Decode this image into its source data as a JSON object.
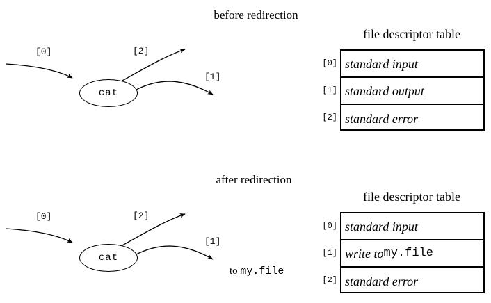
{
  "figure": {
    "title": "",
    "background_color": "#ffffff",
    "stroke_color": "#000000"
  },
  "sections": [
    {
      "id": "before",
      "title": "before redirection",
      "process": {
        "label": "cat"
      },
      "arrows": [
        {
          "id": "stdin",
          "label": "[0]",
          "direction": "into-process"
        },
        {
          "id": "stderr",
          "label": "[2]",
          "direction": "out-of-process"
        },
        {
          "id": "stdout",
          "label": "[1]",
          "direction": "out-of-process"
        }
      ],
      "target_caption": null,
      "table": {
        "heading": "file descriptor table",
        "rows": [
          {
            "index": "[0]",
            "value": "standard input",
            "mono_part": ""
          },
          {
            "index": "[1]",
            "value": "standard output",
            "mono_part": ""
          },
          {
            "index": "[2]",
            "value": "standard error",
            "mono_part": ""
          }
        ]
      }
    },
    {
      "id": "after",
      "title": "after redirection",
      "process": {
        "label": "cat"
      },
      "arrows": [
        {
          "id": "stdin",
          "label": "[0]",
          "direction": "into-process"
        },
        {
          "id": "stderr",
          "label": "[2]",
          "direction": "out-of-process"
        },
        {
          "id": "stdout",
          "label": "[1]",
          "direction": "out-of-process"
        }
      ],
      "target_caption": {
        "prefix": "to ",
        "mono": "my.file"
      },
      "table": {
        "heading": "file descriptor table",
        "rows": [
          {
            "index": "[0]",
            "value": "standard input",
            "mono_part": ""
          },
          {
            "index": "[1]",
            "value": "write to ",
            "mono_part": "my.file"
          },
          {
            "index": "[2]",
            "value": "standard error",
            "mono_part": ""
          }
        ]
      }
    }
  ]
}
